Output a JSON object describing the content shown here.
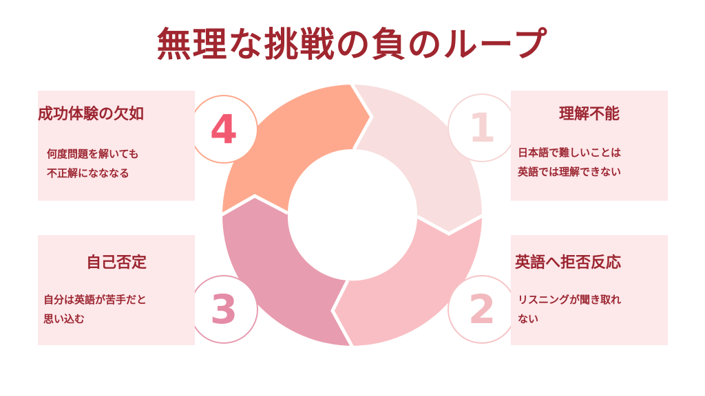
{
  "title": "無理な挑戦の負のループ",
  "steps": [
    {
      "number": "1",
      "heading": "理解不能",
      "lines": [
        "日本語で難しいことは",
        "英語では理解できない"
      ],
      "segment_color": "#f8dede",
      "circle_border": "#f6d6d6",
      "number_color": "#f6d4d4"
    },
    {
      "number": "2",
      "heading": "英語へ拒否反応",
      "lines": [
        "リスニングが聞き取れ",
        "ない"
      ],
      "segment_color": "#f9bec3",
      "circle_border": "#f7c4c6",
      "number_color": "#f2b9be"
    },
    {
      "number": "3",
      "heading": "自己否定",
      "lines": [
        "自分は英語が苦手だと",
        "思い込む"
      ],
      "segment_color": "#e89caf",
      "circle_border": "#e79cb0",
      "number_color": "#e48ca6"
    },
    {
      "number": "4",
      "heading": "成功体験の欠如",
      "lines": [
        "何度問題を解いても",
        "不正解になななる"
      ],
      "segment_color": "#fea98e",
      "circle_border": "#fca88c",
      "number_color": "#f25a72"
    }
  ],
  "colors": {
    "title": "#a0262f",
    "text": "#9b2530",
    "box_bg": "#fde8ea"
  }
}
